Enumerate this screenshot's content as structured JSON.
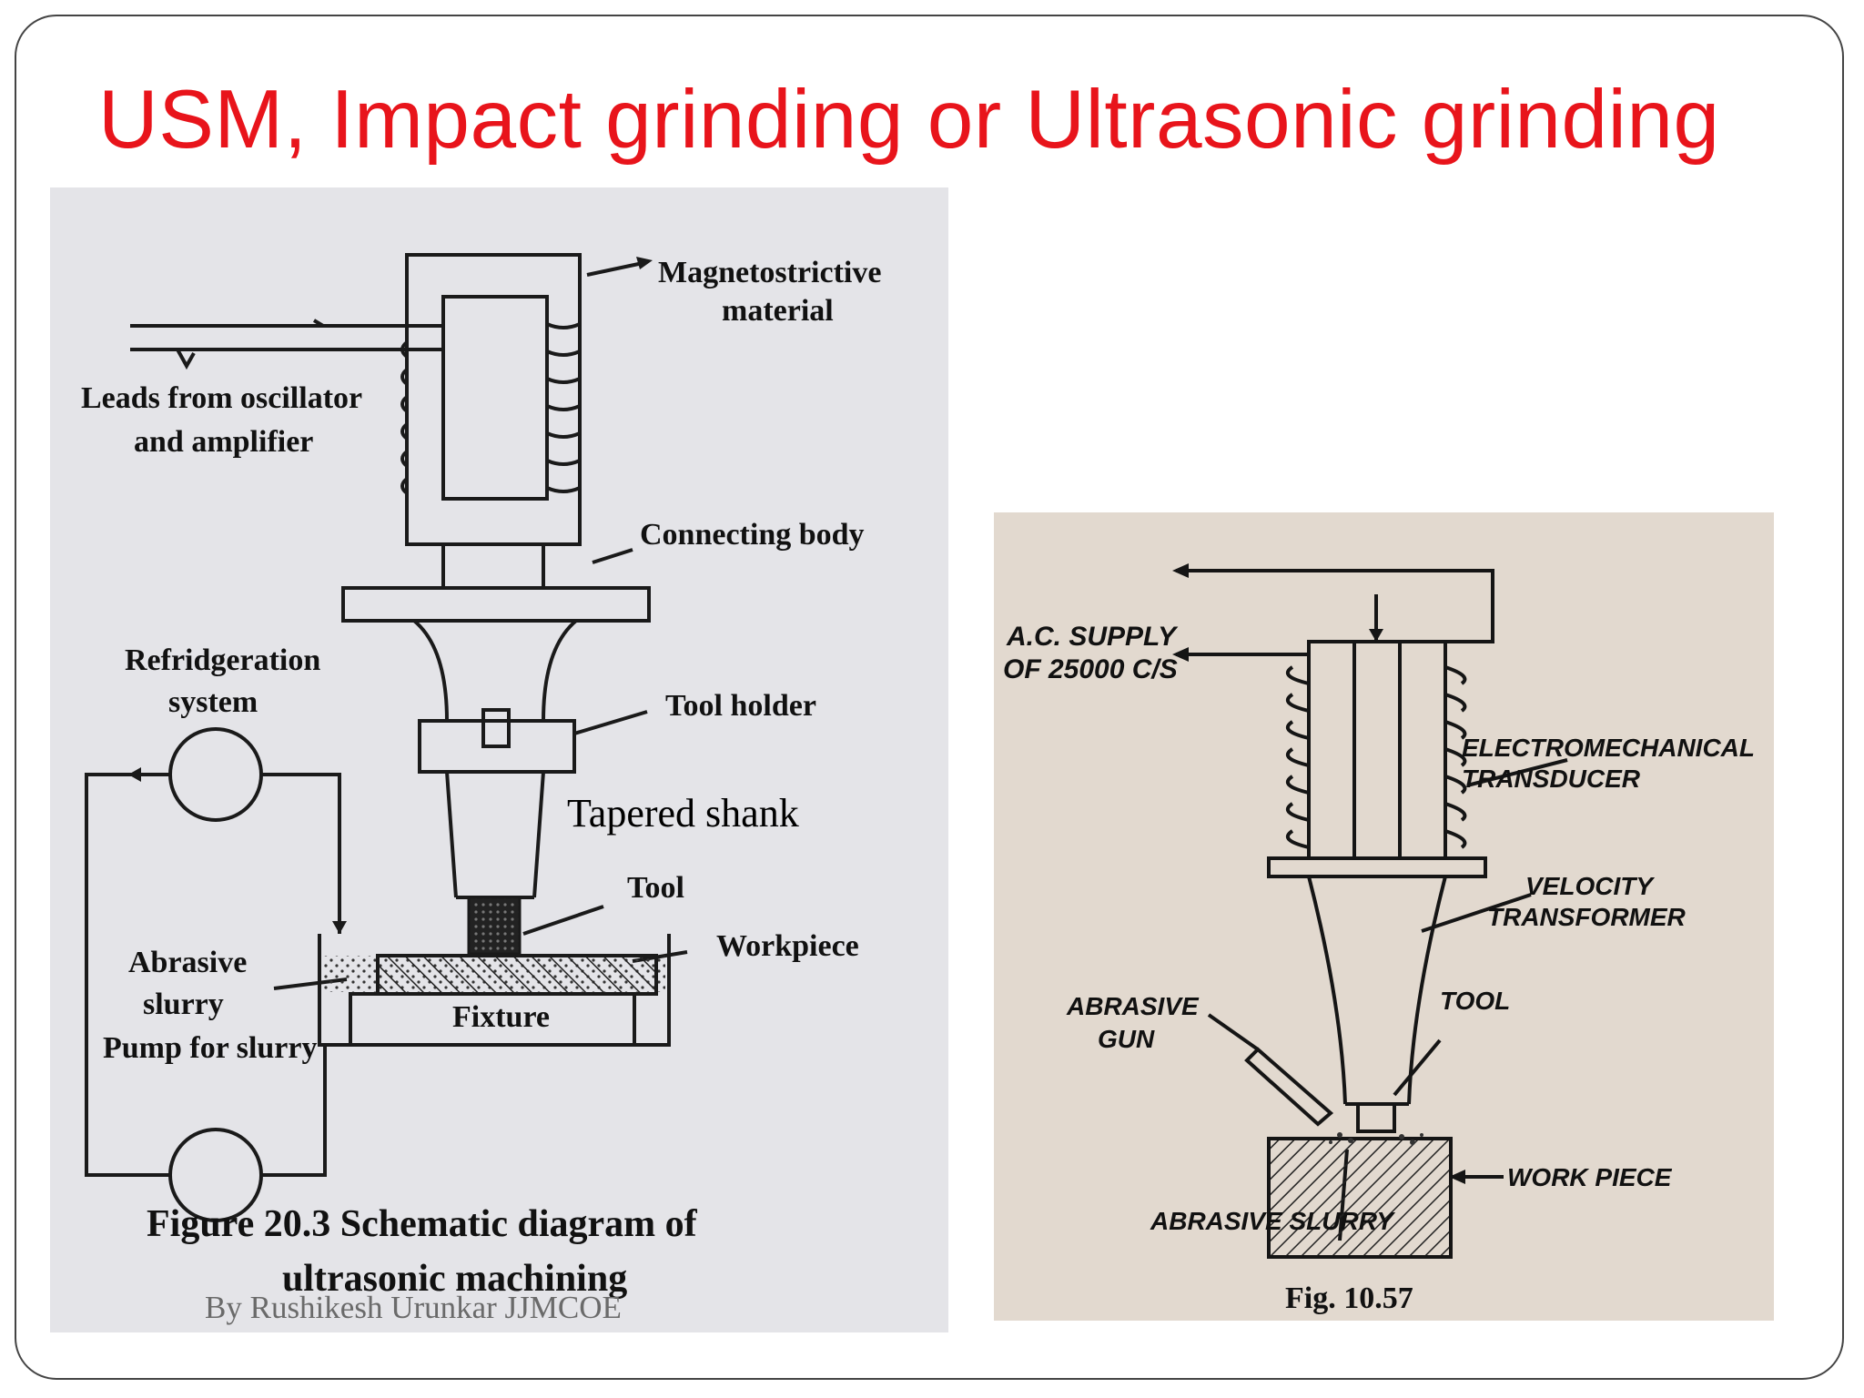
{
  "slide": {
    "title": "USM, Impact grinding or Ultrasonic grinding",
    "title_color": "#e8141b",
    "overlay_label": "Tapered shank",
    "footer": "By Rushikesh Urunkar JJMCOE"
  },
  "left_figure": {
    "labels": {
      "magnetostrictive_1": "Magnetostrictive",
      "magnetostrictive_2": "material",
      "leads_1": "Leads from oscillator",
      "leads_2": "and amplifier",
      "connecting_body": "Connecting body",
      "refrigeration_1": "Refridgeration",
      "refrigeration_2": "system",
      "tool_holder": "Tool holder",
      "tool": "Tool",
      "abrasive_1": "Abrasive",
      "abrasive_2": "slurry",
      "workpiece": "Workpiece",
      "fixture": "Fixture",
      "pump": "Pump for slurry"
    },
    "caption_1": "Figure 20.3   Schematic diagram of",
    "caption_2": "ultrasonic machining",
    "background_color": "#e4e4e8"
  },
  "right_figure": {
    "labels": {
      "ac_supply_1": "A.C. SUPPLY",
      "ac_supply_2": "OF 25000 C/S",
      "transducer_1": "ELECTROMECHANICAL",
      "transducer_2": "TRANSDUCER",
      "velocity_1": "VELOCITY",
      "velocity_2": "TRANSFORMER",
      "abrasive_gun_1": "ABRASIVE",
      "abrasive_gun_2": "GUN",
      "tool": "TOOL",
      "work_piece": "WORK PIECE",
      "abrasive_slurry": "ABRASIVE SLURRY"
    },
    "caption": "Fig. 10.57",
    "background_color": "#e2d9cf"
  }
}
